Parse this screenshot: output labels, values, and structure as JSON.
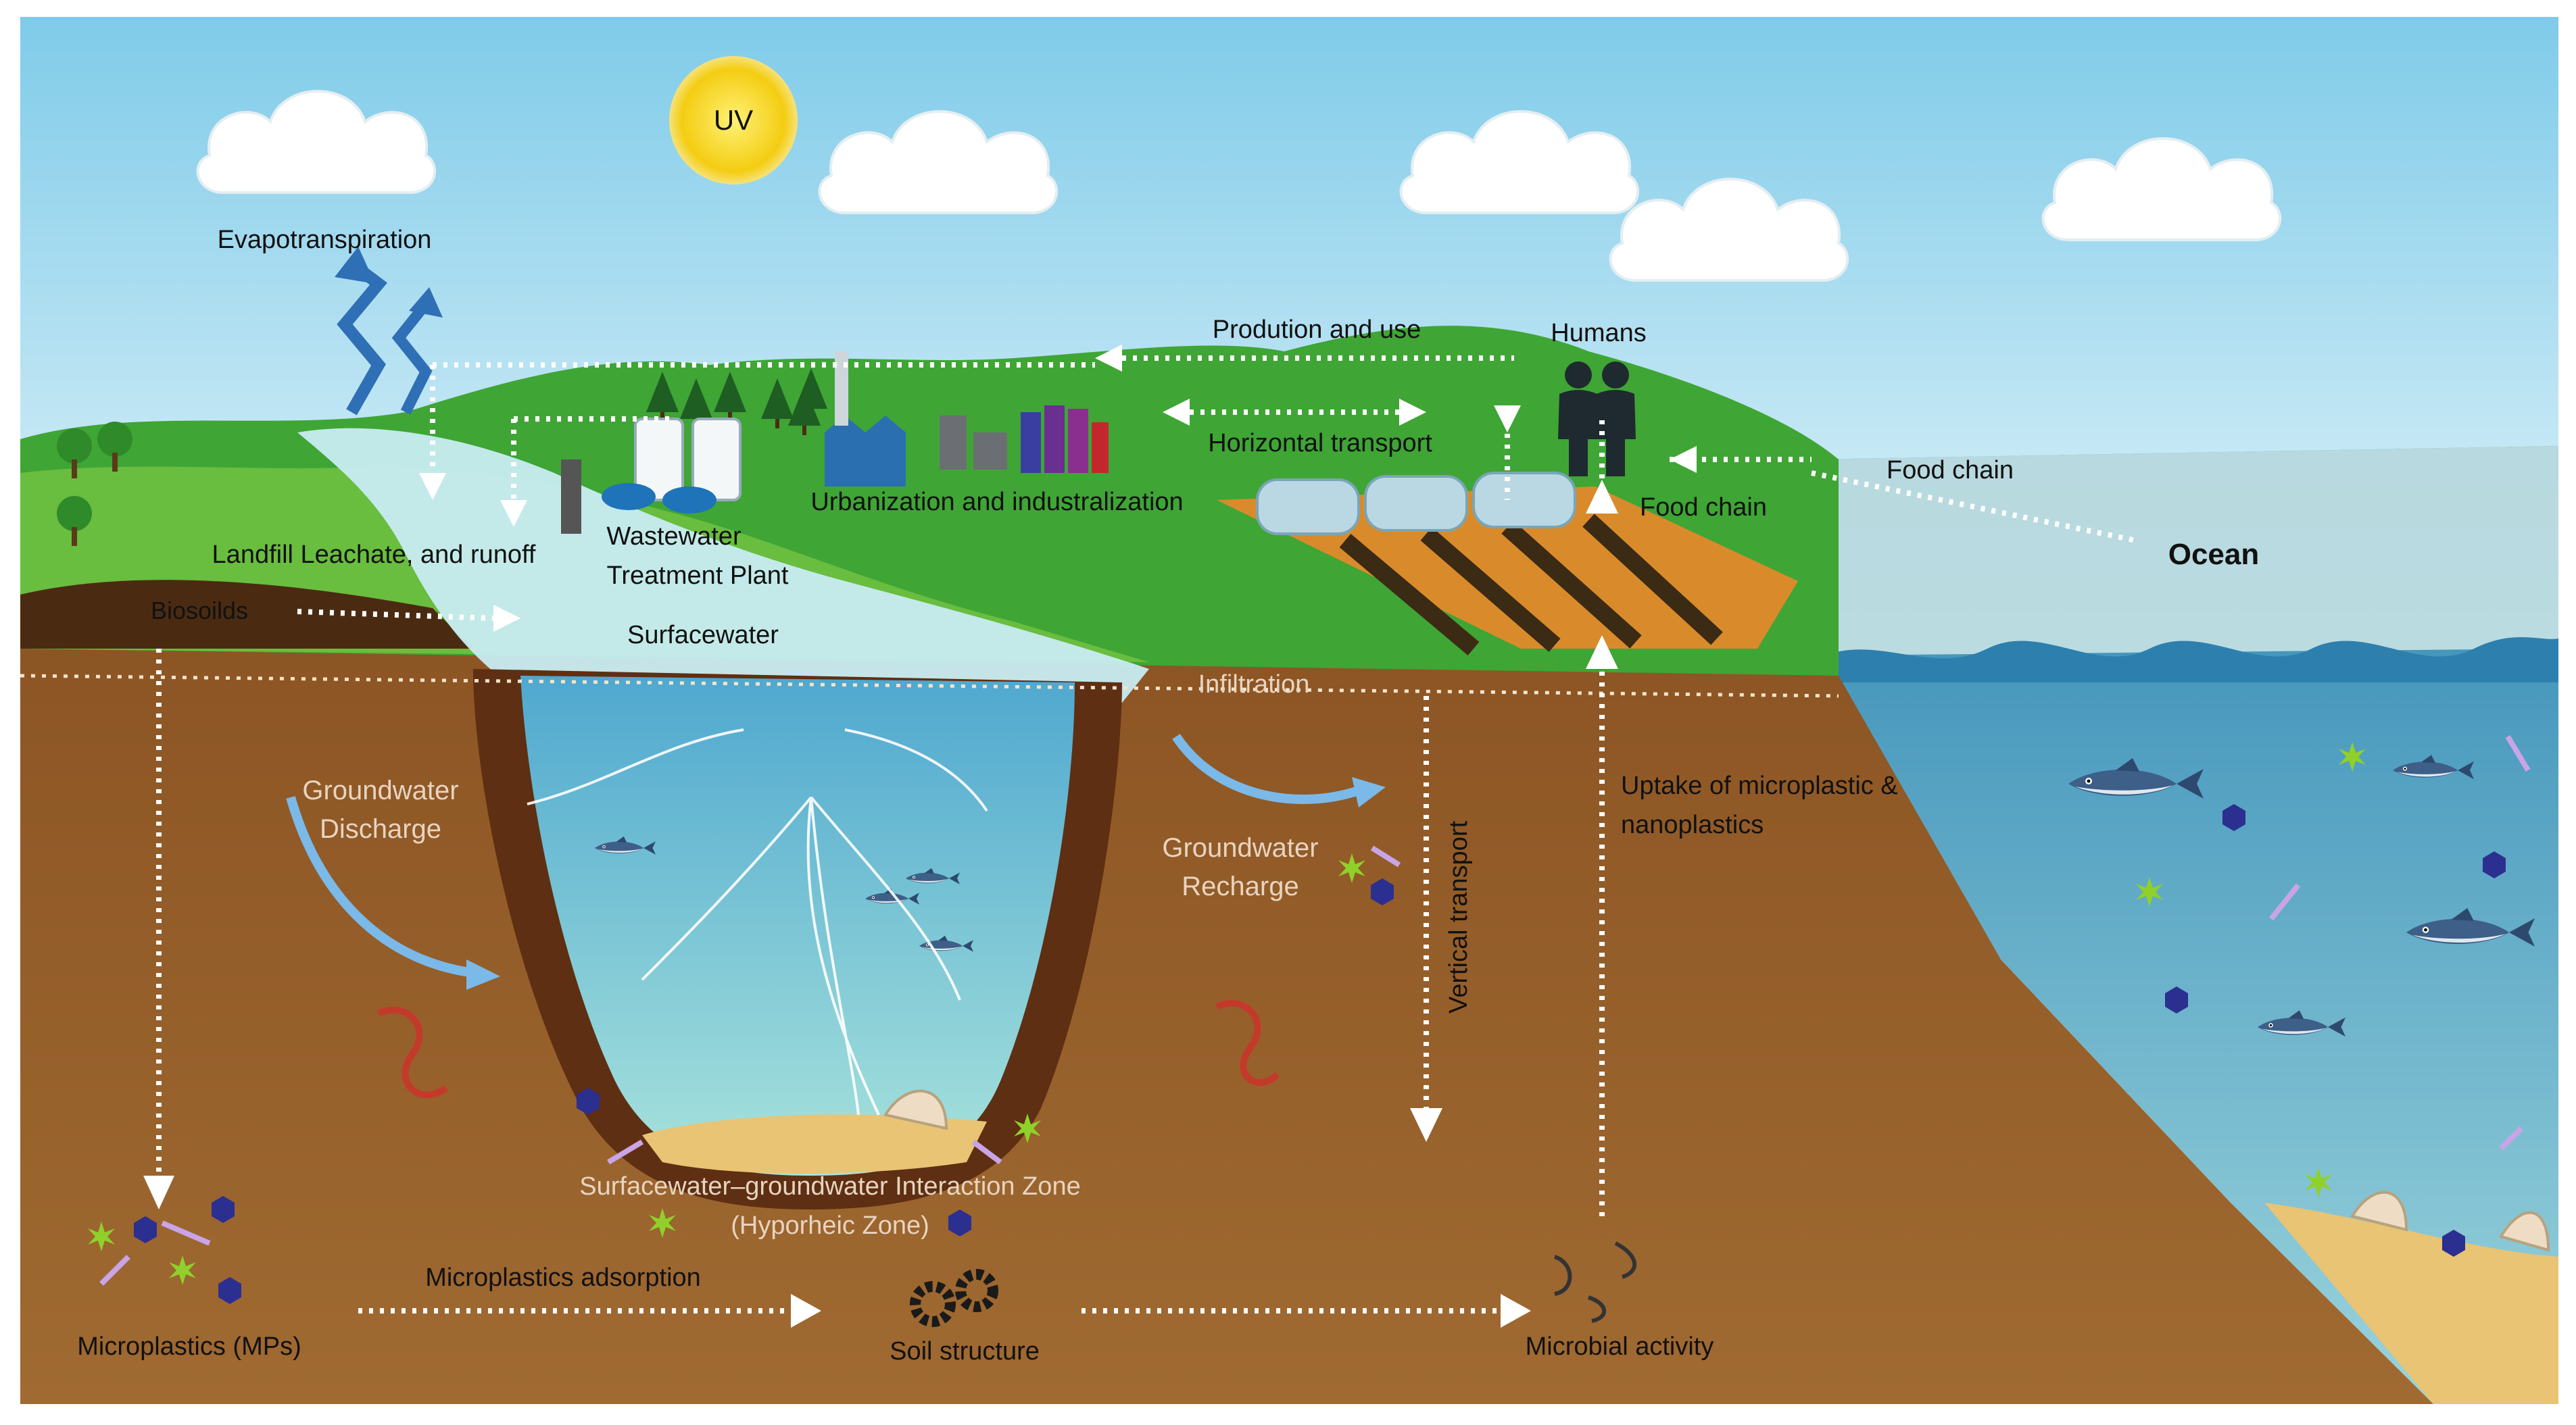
{
  "labels": {
    "uv": "UV",
    "evapotranspiration": "Evapotranspiration",
    "production_and_use": "Prodution and use",
    "humans": "Humans",
    "horizontal_transport": "Horizontal transport",
    "urbanization": "Urbanization and industralization",
    "food_chain_land": "Food chain",
    "food_chain_sea": "Food chain",
    "ocean": "Ocean",
    "wastewater_line1": "Wastewater",
    "wastewater_line2": "Treatment Plant",
    "landfill": "Landfill Leachate, and runoff",
    "biosolids": "Biosoilds",
    "surfacewater": "Surfacewater",
    "infiltration": "Infiltration",
    "gw_discharge_line1": "Groundwater",
    "gw_discharge_line2": "Discharge",
    "gw_recharge_line1": "Groundwater",
    "gw_recharge_line2": "Recharge",
    "vertical_transport": "Vertical transport",
    "uptake_line1": "Uptake of microplastic &",
    "uptake_line2": "nanoplastics",
    "hyporheic_line1": "Surfacewater–groundwater Interaction Zone",
    "hyporheic_line2": "(Hyporheic Zone)",
    "microplastics": "Microplastics (MPs)",
    "mp_adsorption": "Microplastics adsorption",
    "soil_structure": "Soil structure",
    "microbial_activity": "Microbial activity"
  },
  "colors": {
    "sky_top": "#8fd3ee",
    "sky_bottom": "#e9f6fb",
    "soil": "#8a5424",
    "soil_dark": "#5e3516",
    "grass": "#3fa535",
    "grass_light": "#7ccc46",
    "water": "#6fc6d8",
    "ocean": "#2f8fb8",
    "sun": "#f7d31a",
    "arrow": "#ffffff",
    "flow_arrow": "#6fb7e6"
  },
  "icons": [
    "sun-icon",
    "cloud-icon",
    "human-icon",
    "fish-icon",
    "microplastic-hexagon-icon",
    "microplastic-star-icon",
    "gear-icon",
    "shell-icon",
    "worm-icon",
    "factory-icon",
    "greenhouse-icon",
    "tree-icon",
    "bacteria-icon"
  ]
}
